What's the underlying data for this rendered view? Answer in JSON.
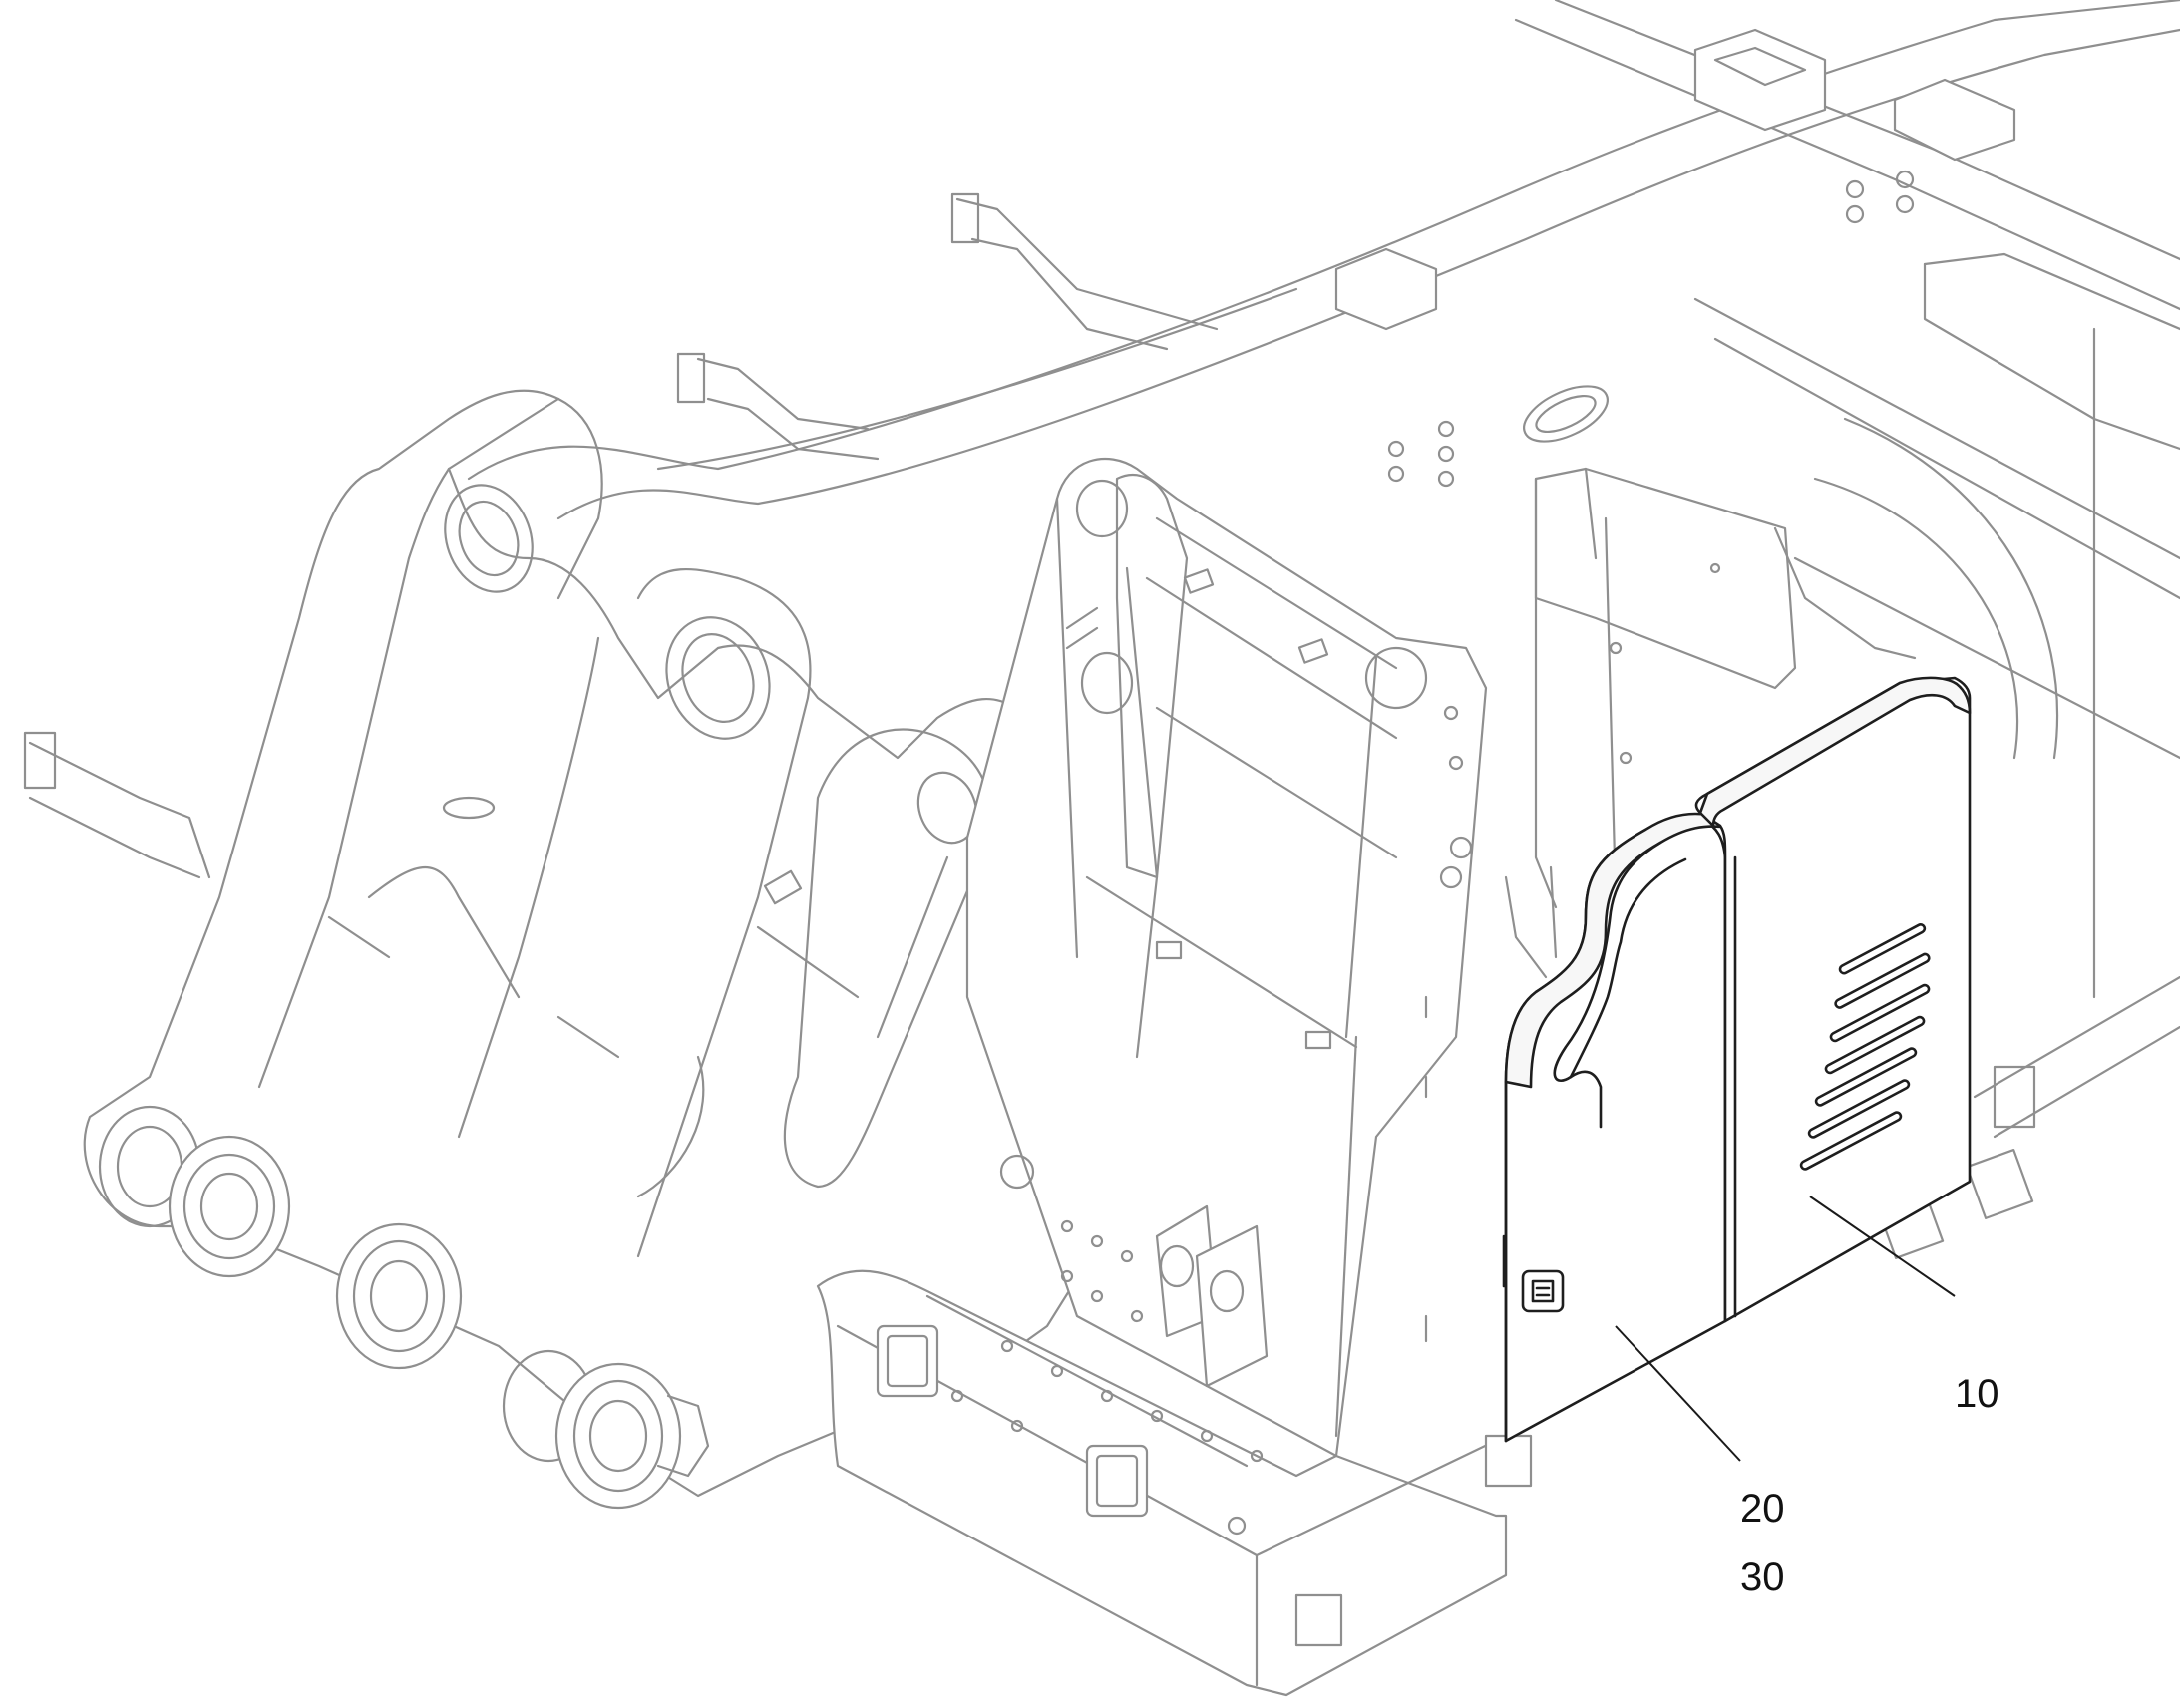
{
  "callouts": {
    "ref_10": "10",
    "ref_20": "20",
    "ref_30": "30"
  },
  "icons": {
    "panel_latch": "latch-icon"
  },
  "colors": {
    "highlight_line": "#1e1e1e",
    "ghost_line": "#8f8f8f",
    "background": "#ffffff"
  }
}
